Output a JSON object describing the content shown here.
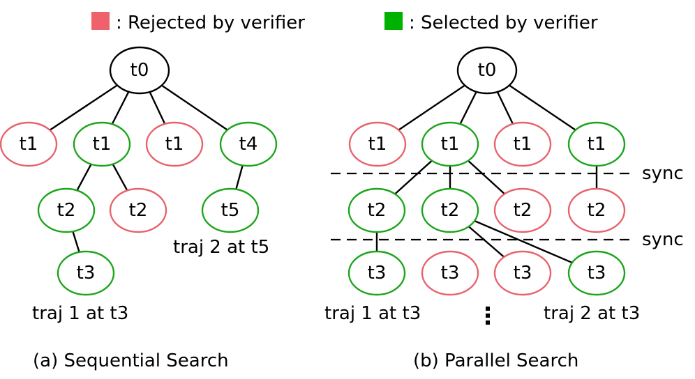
{
  "legend": {
    "rejected": {
      "label": ": Rejected by verifier",
      "color": "#f0626b"
    },
    "selected": {
      "label": ": Selected by verifier",
      "color": "#00b200"
    }
  },
  "node_colors": {
    "root": "#000000",
    "rejected": "#e8626b",
    "selected": "#1aa51a"
  },
  "sequential": {
    "caption": "(a) Sequential Search",
    "nodes": [
      {
        "id": "s_t0",
        "label": "t0",
        "status": "root"
      },
      {
        "id": "s_t1a",
        "label": "t1",
        "status": "rejected"
      },
      {
        "id": "s_t1b",
        "label": "t1",
        "status": "selected"
      },
      {
        "id": "s_t1c",
        "label": "t1",
        "status": "rejected"
      },
      {
        "id": "s_t4",
        "label": "t4",
        "status": "selected"
      },
      {
        "id": "s_t2a",
        "label": "t2",
        "status": "selected"
      },
      {
        "id": "s_t2b",
        "label": "t2",
        "status": "rejected"
      },
      {
        "id": "s_t5",
        "label": "t5",
        "status": "selected"
      },
      {
        "id": "s_t3",
        "label": "t3",
        "status": "selected"
      }
    ],
    "edges": [
      [
        "s_t0",
        "s_t1a"
      ],
      [
        "s_t0",
        "s_t1b"
      ],
      [
        "s_t0",
        "s_t1c"
      ],
      [
        "s_t0",
        "s_t4"
      ],
      [
        "s_t1b",
        "s_t2a"
      ],
      [
        "s_t1b",
        "s_t2b"
      ],
      [
        "s_t4",
        "s_t5"
      ],
      [
        "s_t2a",
        "s_t3"
      ]
    ],
    "traj_labels": [
      "traj 1 at t3",
      "traj 2 at t5"
    ]
  },
  "parallel": {
    "caption": "(b) Parallel Search",
    "sync_label": "sync",
    "nodes": [
      {
        "id": "p_t0",
        "label": "t0",
        "status": "root"
      },
      {
        "id": "p_t1a",
        "label": "t1",
        "status": "rejected"
      },
      {
        "id": "p_t1b",
        "label": "t1",
        "status": "selected"
      },
      {
        "id": "p_t1c",
        "label": "t1",
        "status": "rejected"
      },
      {
        "id": "p_t1d",
        "label": "t1",
        "status": "selected"
      },
      {
        "id": "p_t2a",
        "label": "t2",
        "status": "selected"
      },
      {
        "id": "p_t2b",
        "label": "t2",
        "status": "selected"
      },
      {
        "id": "p_t2c",
        "label": "t2",
        "status": "rejected"
      },
      {
        "id": "p_t2d",
        "label": "t2",
        "status": "rejected"
      },
      {
        "id": "p_t3a",
        "label": "t3",
        "status": "selected"
      },
      {
        "id": "p_t3b",
        "label": "t3",
        "status": "rejected"
      },
      {
        "id": "p_t3c",
        "label": "t3",
        "status": "rejected"
      },
      {
        "id": "p_t3d",
        "label": "t3",
        "status": "selected"
      }
    ],
    "edges": [
      [
        "p_t0",
        "p_t1a"
      ],
      [
        "p_t0",
        "p_t1b"
      ],
      [
        "p_t0",
        "p_t1c"
      ],
      [
        "p_t0",
        "p_t1d"
      ],
      [
        "p_t1b",
        "p_t2a"
      ],
      [
        "p_t1b",
        "p_t2b"
      ],
      [
        "p_t1b",
        "p_t2c"
      ],
      [
        "p_t1d",
        "p_t2d"
      ],
      [
        "p_t2a",
        "p_t3a"
      ],
      [
        "p_t2b",
        "p_t3c"
      ],
      [
        "p_t2b",
        "p_t3d"
      ]
    ],
    "traj_labels": [
      "traj 1 at t3",
      "traj 2 at t3"
    ]
  }
}
